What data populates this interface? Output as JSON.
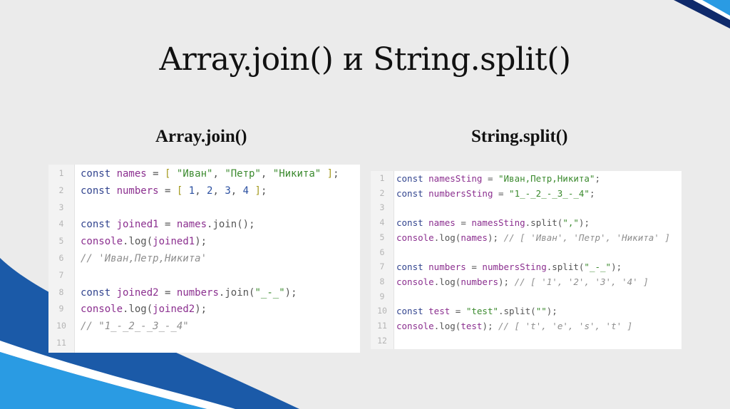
{
  "slide": {
    "title": "Array.join() и String.split()",
    "colors": {
      "background": "#ebebeb",
      "accent_dark_blue": "#1b4f9c",
      "accent_light_blue": "#2a9be3",
      "accent_navy": "#0f2a6b"
    }
  },
  "left": {
    "heading": "Array.join()",
    "lines": [
      {
        "n": "1",
        "tokens": [
          [
            "kw",
            "const "
          ],
          [
            "var",
            "names"
          ],
          [
            "pun",
            " = "
          ],
          [
            "brk",
            "[ "
          ],
          [
            "str",
            "\"Иван\""
          ],
          [
            "pun",
            ", "
          ],
          [
            "str",
            "\"Петр\""
          ],
          [
            "pun",
            ", "
          ],
          [
            "str",
            "\"Никита\""
          ],
          [
            "brk",
            " ]"
          ],
          [
            "pun",
            ";"
          ]
        ]
      },
      {
        "n": "2",
        "tokens": [
          [
            "kw",
            "const "
          ],
          [
            "var",
            "numbers"
          ],
          [
            "pun",
            " = "
          ],
          [
            "brk",
            "[ "
          ],
          [
            "num",
            "1"
          ],
          [
            "pun",
            ", "
          ],
          [
            "num",
            "2"
          ],
          [
            "pun",
            ", "
          ],
          [
            "num",
            "3"
          ],
          [
            "pun",
            ", "
          ],
          [
            "num",
            "4"
          ],
          [
            "brk",
            " ]"
          ],
          [
            "pun",
            ";"
          ]
        ]
      },
      {
        "n": "3",
        "tokens": []
      },
      {
        "n": "4",
        "tokens": [
          [
            "kw",
            "const "
          ],
          [
            "var",
            "joined1"
          ],
          [
            "pun",
            " = "
          ],
          [
            "var",
            "names"
          ],
          [
            "fn",
            ".join()"
          ],
          [
            "pun",
            ";"
          ]
        ]
      },
      {
        "n": "5",
        "tokens": [
          [
            "var",
            "console"
          ],
          [
            "fn",
            ".log("
          ],
          [
            "var",
            "joined1"
          ],
          [
            "fn",
            ")"
          ],
          [
            "pun",
            ";"
          ]
        ]
      },
      {
        "n": "6",
        "tokens": [
          [
            "cmt",
            "// 'Иван,Петр,Никита'"
          ]
        ]
      },
      {
        "n": "7",
        "tokens": []
      },
      {
        "n": "8",
        "tokens": [
          [
            "kw",
            "const "
          ],
          [
            "var",
            "joined2"
          ],
          [
            "pun",
            " = "
          ],
          [
            "var",
            "numbers"
          ],
          [
            "fn",
            ".join("
          ],
          [
            "str",
            "\"_-_\""
          ],
          [
            "fn",
            ")"
          ],
          [
            "pun",
            ";"
          ]
        ]
      },
      {
        "n": "9",
        "tokens": [
          [
            "var",
            "console"
          ],
          [
            "fn",
            ".log("
          ],
          [
            "var",
            "joined2"
          ],
          [
            "fn",
            ")"
          ],
          [
            "pun",
            ";"
          ]
        ]
      },
      {
        "n": "10",
        "tokens": [
          [
            "cmt",
            "// \"1_-_2_-_3_-_4\""
          ]
        ]
      },
      {
        "n": "11",
        "tokens": []
      }
    ]
  },
  "right": {
    "heading": "String.split()",
    "lines": [
      {
        "n": "1",
        "tokens": [
          [
            "kw",
            "const "
          ],
          [
            "var",
            "namesSting"
          ],
          [
            "pun",
            " = "
          ],
          [
            "str",
            "\"Иван,Петр,Никита\""
          ],
          [
            "pun",
            ";"
          ]
        ]
      },
      {
        "n": "2",
        "tokens": [
          [
            "kw",
            "const "
          ],
          [
            "var",
            "numbersSting"
          ],
          [
            "pun",
            " = "
          ],
          [
            "str",
            "\"1_-_2_-_3_-_4\""
          ],
          [
            "pun",
            ";"
          ]
        ]
      },
      {
        "n": "3",
        "tokens": []
      },
      {
        "n": "4",
        "tokens": [
          [
            "kw",
            "const "
          ],
          [
            "var",
            "names"
          ],
          [
            "pun",
            " = "
          ],
          [
            "var",
            "namesSting"
          ],
          [
            "fn",
            ".split("
          ],
          [
            "str",
            "\",\""
          ],
          [
            "fn",
            ")"
          ],
          [
            "pun",
            ";"
          ]
        ]
      },
      {
        "n": "5",
        "tokens": [
          [
            "var",
            "console"
          ],
          [
            "fn",
            ".log("
          ],
          [
            "var",
            "names"
          ],
          [
            "fn",
            ")"
          ],
          [
            "pun",
            "; "
          ],
          [
            "cmt",
            "// [ 'Иван', 'Петр', 'Никита' ]"
          ]
        ]
      },
      {
        "n": "6",
        "tokens": []
      },
      {
        "n": "7",
        "tokens": [
          [
            "kw",
            "const "
          ],
          [
            "var",
            "numbers"
          ],
          [
            "pun",
            " = "
          ],
          [
            "var",
            "numbersSting"
          ],
          [
            "fn",
            ".split("
          ],
          [
            "str",
            "\"_-_\""
          ],
          [
            "fn",
            ")"
          ],
          [
            "pun",
            ";"
          ]
        ]
      },
      {
        "n": "8",
        "tokens": [
          [
            "var",
            "console"
          ],
          [
            "fn",
            ".log("
          ],
          [
            "var",
            "numbers"
          ],
          [
            "fn",
            ")"
          ],
          [
            "pun",
            "; "
          ],
          [
            "cmt",
            "// [ '1', '2', '3', '4' ]"
          ]
        ]
      },
      {
        "n": "9",
        "tokens": []
      },
      {
        "n": "10",
        "tokens": [
          [
            "kw",
            "const "
          ],
          [
            "var",
            "test"
          ],
          [
            "pun",
            " = "
          ],
          [
            "str",
            "\"test\""
          ],
          [
            "fn",
            ".split("
          ],
          [
            "str",
            "\"\""
          ],
          [
            "fn",
            ")"
          ],
          [
            "pun",
            ";"
          ]
        ]
      },
      {
        "n": "11",
        "tokens": [
          [
            "var",
            "console"
          ],
          [
            "fn",
            ".log("
          ],
          [
            "var",
            "test"
          ],
          [
            "fn",
            ")"
          ],
          [
            "pun",
            "; "
          ],
          [
            "cmt",
            "// [ 't', 'e', 's', 't' ]"
          ]
        ]
      },
      {
        "n": "12",
        "tokens": []
      }
    ]
  }
}
